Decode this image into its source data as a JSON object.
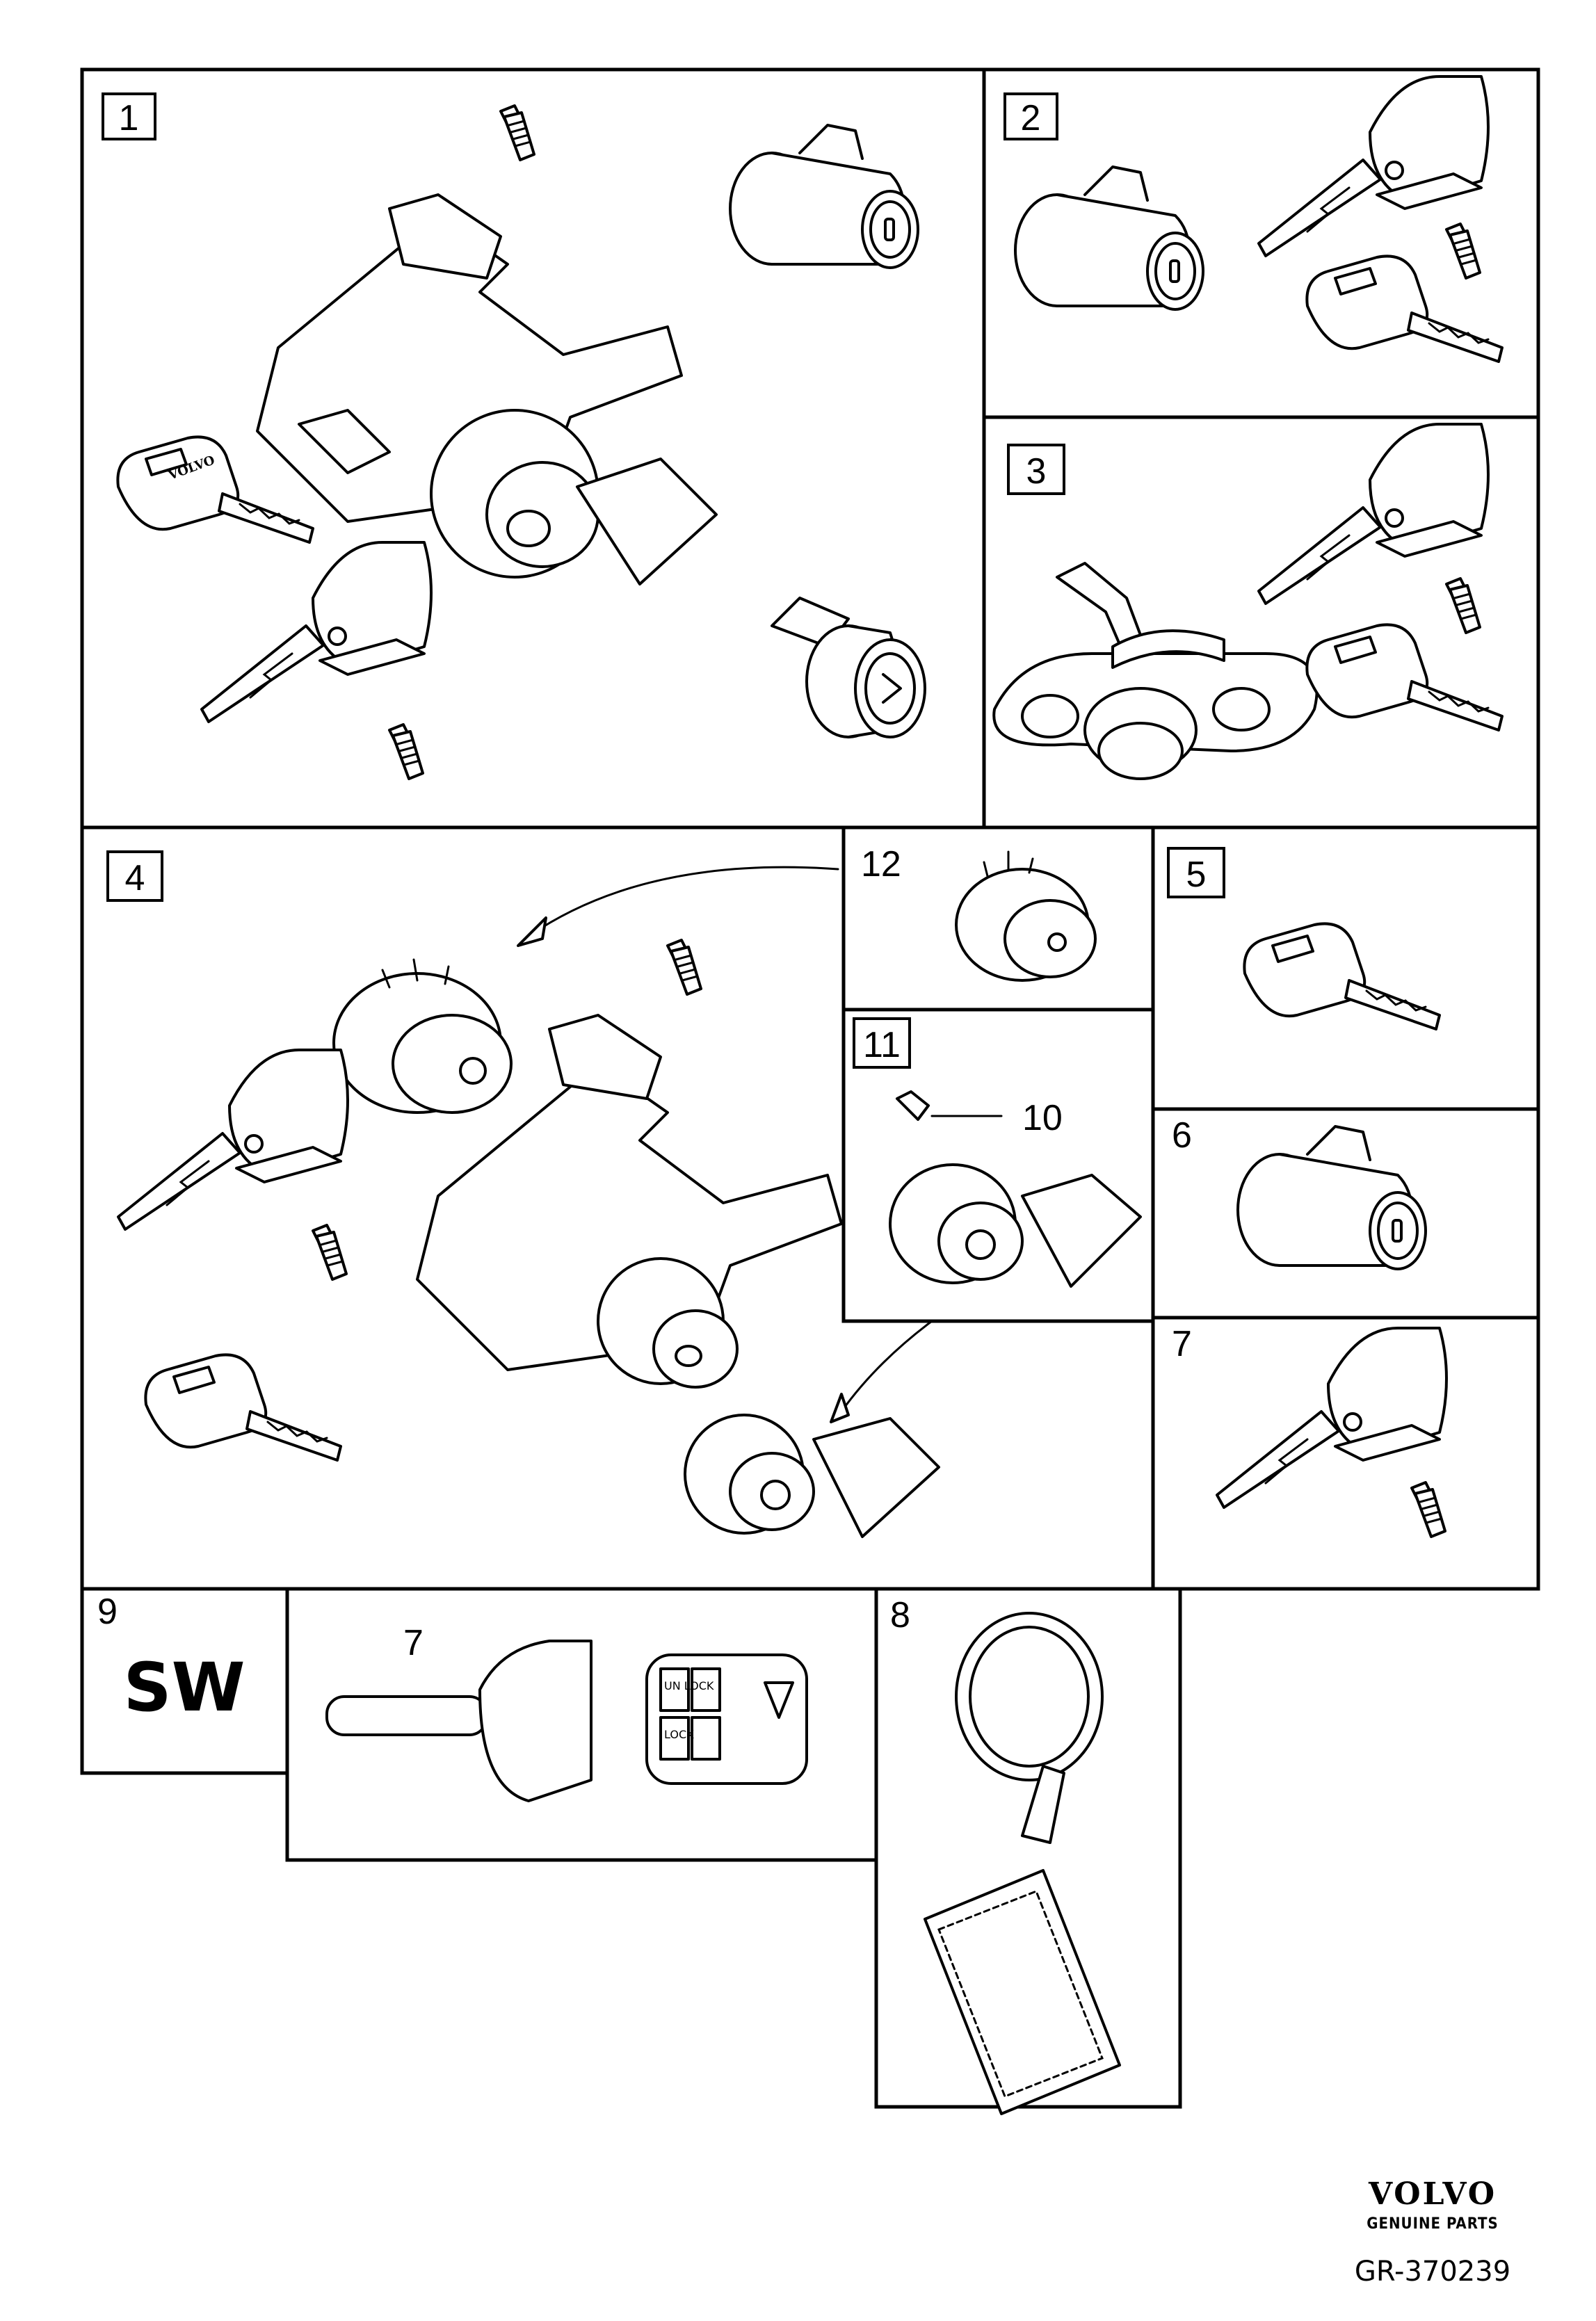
{
  "panels": [
    {
      "id": "1",
      "label": "1",
      "boxed": true
    },
    {
      "id": "2",
      "label": "2",
      "boxed": true
    },
    {
      "id": "3",
      "label": "3",
      "boxed": true
    },
    {
      "id": "4",
      "label": "4",
      "boxed": true
    },
    {
      "id": "12",
      "label": "12",
      "boxed": false
    },
    {
      "id": "11",
      "label": "11",
      "boxed": true
    },
    {
      "id": "5",
      "label": "5",
      "boxed": true
    },
    {
      "id": "6",
      "label": "6",
      "boxed": false
    },
    {
      "id": "7",
      "label": "7",
      "boxed": false
    },
    {
      "id": "9",
      "label": "9",
      "boxed": false
    },
    {
      "id": "7b",
      "label": "7",
      "boxed": false
    },
    {
      "id": "8",
      "label": "8",
      "boxed": false
    }
  ],
  "callout_10": "10",
  "sw_label": "SW",
  "key_brand": "VOLVO",
  "fob_buttons": [
    "UN LOCK",
    "LOCK"
  ],
  "footer": {
    "brand": "VOLVO",
    "subbrand": "GENUINE PARTS",
    "code": "GR-370239"
  },
  "icons": [
    "ignition-switch-icon",
    "lock-cylinder-icon",
    "key-icon",
    "key-fob-icon",
    "screw-icon",
    "keyring-icon",
    "arrow-icon"
  ]
}
